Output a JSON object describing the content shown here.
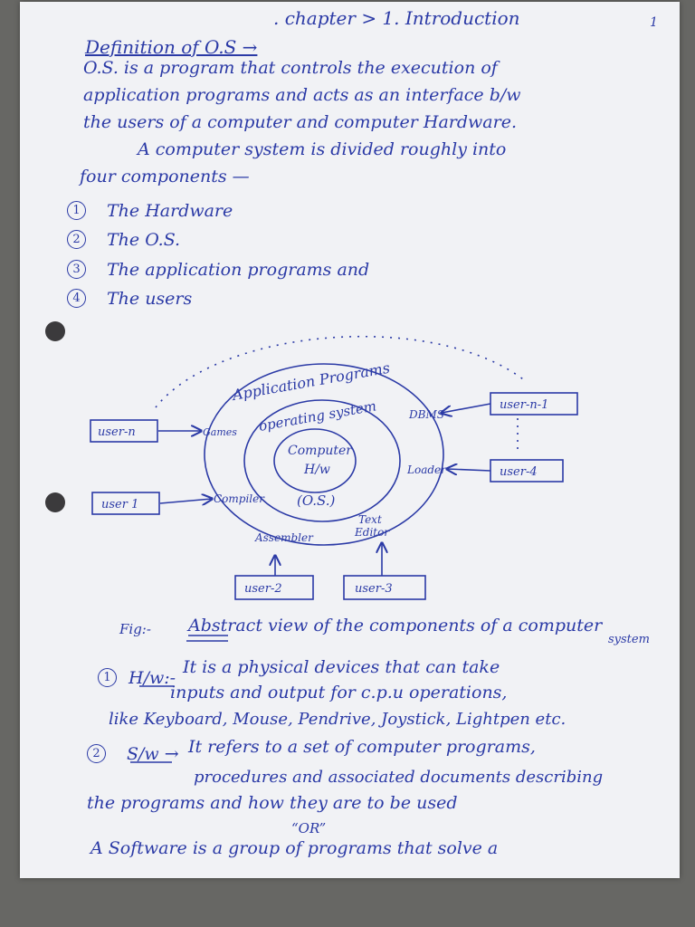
{
  "header": {
    "chapter": ". chapter > 1. Introduction",
    "page_number": "1"
  },
  "definition": {
    "heading": "Definition of O.S →",
    "lines": [
      "O.S. is a program that controls the execution of",
      "application programs and acts as an interface b/w",
      "the users of a computer and computer Hardware.",
      "A computer system is divided roughly into",
      "four components —"
    ]
  },
  "components": [
    {
      "number": "1",
      "text": "The Hardware"
    },
    {
      "number": "2",
      "text": "The O.S."
    },
    {
      "number": "3",
      "text": "The application programs and"
    },
    {
      "number": "4",
      "text": "The users"
    }
  ],
  "diagram": {
    "outer_ring": "Application Programs",
    "middle_ring": "operating system",
    "core_line1": "Computer",
    "core_line2": "H/w",
    "core_os": "(O.S.)",
    "apps": {
      "games": "Games",
      "compiler": "Compiler",
      "dbms": "DBMS",
      "loader": "Loader",
      "assembler": "Assembler",
      "text_editor_1": "Text",
      "text_editor_2": "Editor"
    },
    "users": {
      "user_n": "user-n",
      "user_1": "user 1",
      "user_n1": "user-n-1",
      "user_4": "user-4",
      "user_2": "user-2",
      "user_3": "user-3"
    }
  },
  "figure": {
    "label": "Fig:-",
    "caption": "Abstract view of the components of a computer",
    "caption_cont": "system"
  },
  "hardware": {
    "number": "1",
    "label": "H/w:-",
    "lines": [
      "It is a physical devices that can take",
      "inputs and output for c.p.u operations,",
      "like Keyboard, Mouse, Pendrive, Joystick, Lightpen etc."
    ]
  },
  "software": {
    "number": "2",
    "label": "S/w →",
    "lines": [
      "It refers to a set of computer programs,",
      "procedures and associated documents describing",
      "the programs and how they are to be used",
      "“OR”",
      "A Software is a group of programs that solve a"
    ]
  }
}
